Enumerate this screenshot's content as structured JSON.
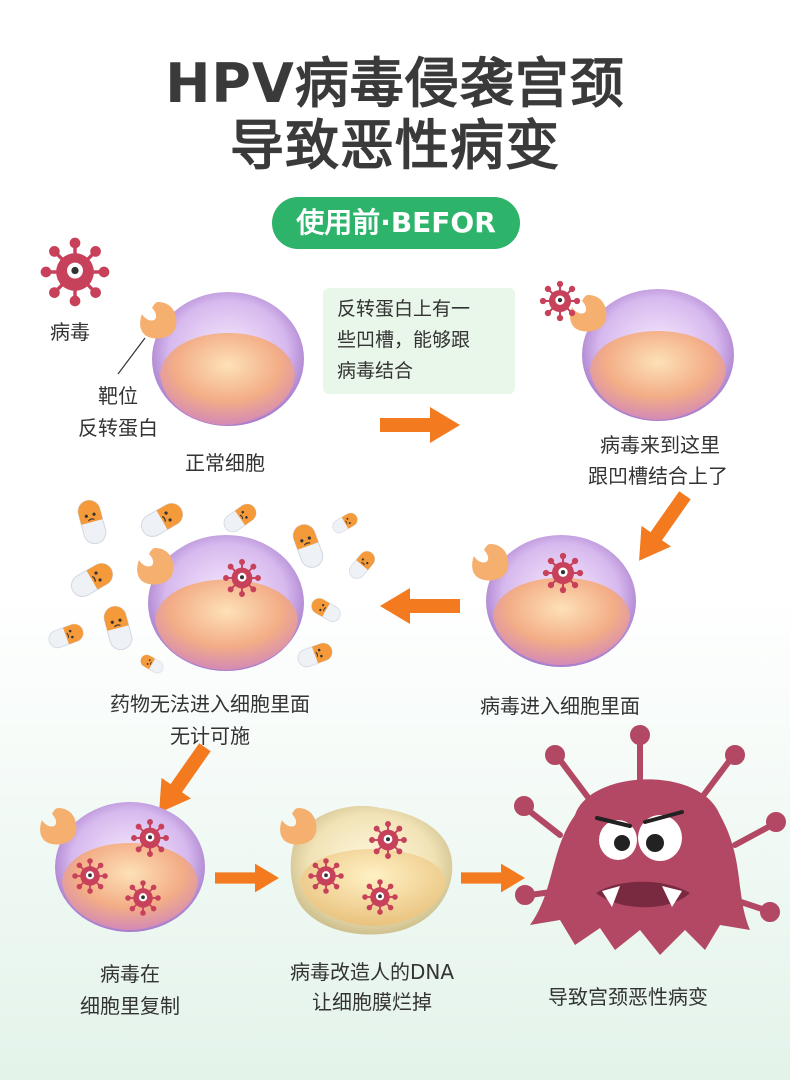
{
  "title_line1": "HPV病毒侵袭宫颈",
  "title_line2": "导致恶性病变",
  "badge": "使用前·BEFOR",
  "labels": {
    "virus": "病毒",
    "target_line1": "靶位",
    "target_line2": "反转蛋白",
    "normal_cell": "正常细胞",
    "note_line1": "反转蛋白上有一",
    "note_line2": "些凹槽，能够跟",
    "note_line3": "病毒结合",
    "step2_line1": "病毒来到这里",
    "step2_line2": "跟凹槽结合上了",
    "step3": "病毒进入细胞里面",
    "step4_line1": "药物无法进入细胞里面",
    "step4_line2": "无计可施",
    "step5_line1": "病毒在",
    "step5_line2": "细胞里复制",
    "step6_line1": "病毒改造人的DNA",
    "step6_line2": "让细胞膜烂掉",
    "step7": "导致宫颈恶性病变"
  },
  "colors": {
    "title": "#3a3a3a",
    "badge_bg": "#2eb36b",
    "arrow": "#f47a1f",
    "virus": "#c8415a",
    "cell_membrane": "#b98fd8",
    "cell_nucleus": "#f2b083",
    "protein": "#f5b070",
    "pill_orange": "#f49a3a",
    "monster": "#b24863"
  }
}
